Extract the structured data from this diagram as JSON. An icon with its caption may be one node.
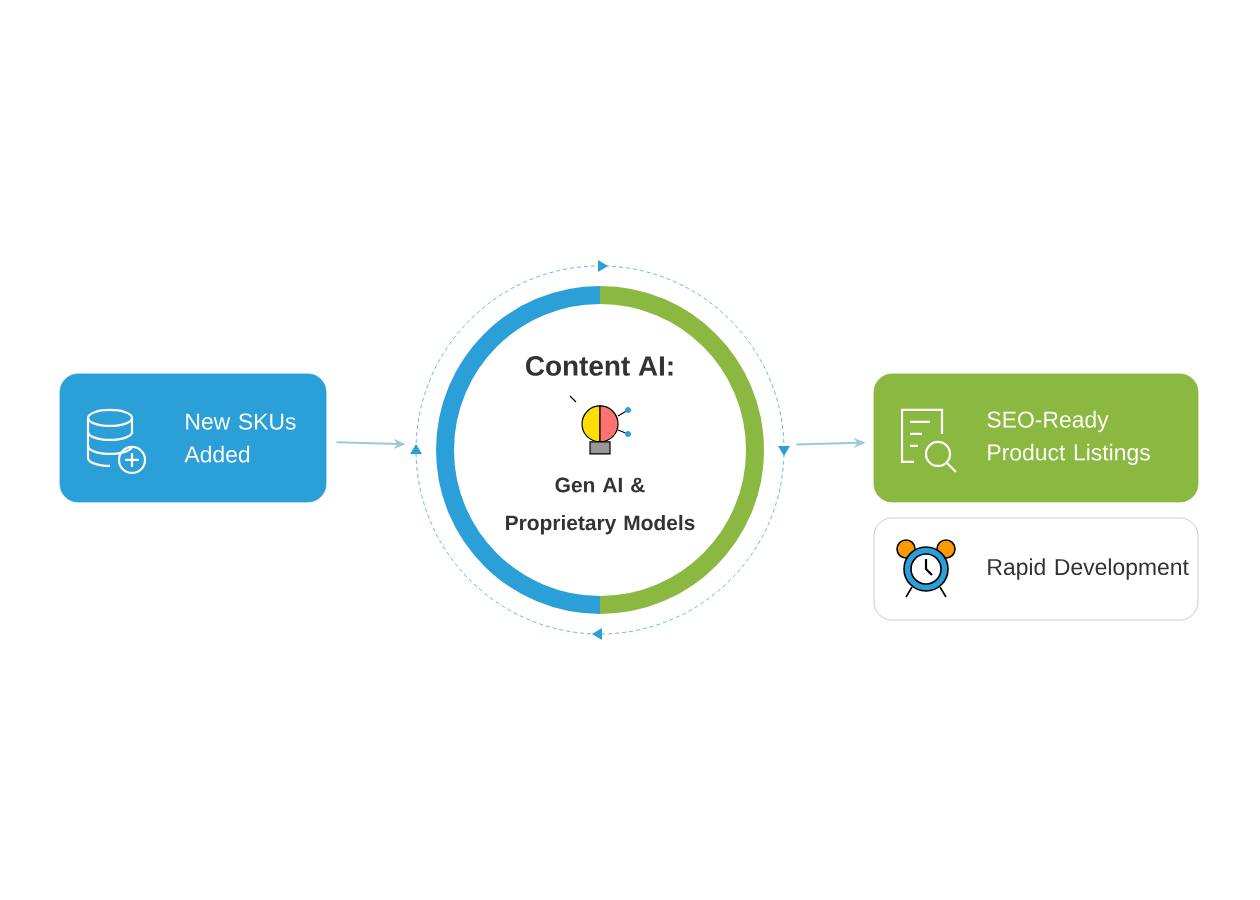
{
  "diagram": {
    "nodes": [
      {
        "text": [
          "New SKUs Added"
        ]
      },
      {
        "text": [
          "Content AI:",
          "Gen AI & Proprietary Models"
        ]
      },
      {
        "text": [
          "SEO-Ready Product Listings"
        ]
      },
      {
        "text": [
          "Rapid Development"
        ]
      }
    ],
    "edges": [
      {
        "from": 0,
        "to": 1,
        "arrow": "to"
      },
      {
        "from": 1,
        "to": 2,
        "arrow": "to"
      }
    ]
  }
}
